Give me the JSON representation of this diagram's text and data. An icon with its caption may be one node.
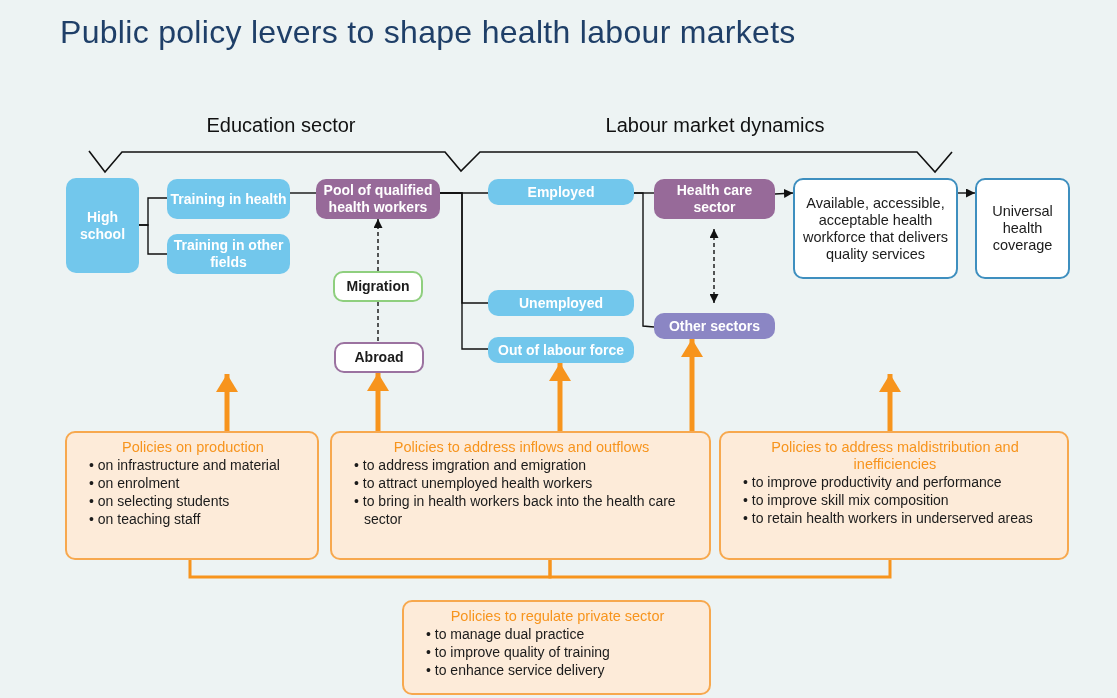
{
  "diagram": {
    "title": "Public policy levers to shape health labour markets",
    "nodes": [
      {
        "text": [
          "High school"
        ]
      },
      {
        "text": [
          "Training in health"
        ]
      },
      {
        "text": [
          "Training in other fields"
        ]
      },
      {
        "text": [
          "Pool of qualified health workers"
        ]
      },
      {
        "text": [
          "Migration"
        ]
      },
      {
        "text": [
          "Abroad"
        ]
      },
      {
        "text": [
          "Employed"
        ]
      },
      {
        "text": [
          "Unemployed"
        ]
      },
      {
        "text": [
          "Out of labour force"
        ]
      },
      {
        "text": [
          "Health care sector"
        ]
      },
      {
        "text": [
          "Other sectors"
        ]
      },
      {
        "text": [
          "Available, accessible, acceptable health workforce that delivers quality services"
        ]
      },
      {
        "text": [
          "Universal health coverage"
        ]
      },
      {
        "text": [
          "Policies on production",
          "• on infrastructure and material",
          "• on enrolment",
          "• on selecting students",
          "• on teaching staff"
        ]
      },
      {
        "text": [
          "Policies to address inflows and outflows",
          "• to address imgration and emigration",
          "• to attract unemployed health workers",
          "• to bring in health workers back into the health care sector"
        ]
      },
      {
        "text": [
          "Policies to address maldistribution and inefficiencies",
          "• to improve productivity and performance",
          "• to improve skill mix composition",
          "• to retain health workers in underserved areas"
        ]
      },
      {
        "text": [
          "Policies to regulate private sector",
          "• to manage dual practice",
          "• to improve quality of training",
          "• to enhance service delivery"
        ]
      }
    ],
    "edges": [
      {
        "from": 0,
        "to": 1,
        "arrow": "none"
      },
      {
        "from": 0,
        "to": 2,
        "arrow": "none"
      },
      {
        "from": 1,
        "to": 3,
        "arrow": "none"
      },
      {
        "from": 4,
        "to": 3,
        "arrow": "to",
        "style": "dashed"
      },
      {
        "from": 4,
        "to": 5,
        "arrow": "to",
        "style": "dashed"
      },
      {
        "from": 3,
        "to": 6,
        "arrow": "none"
      },
      {
        "from": 3,
        "to": 7,
        "arrow": "none"
      },
      {
        "from": 3,
        "to": 8,
        "arrow": "none"
      },
      {
        "from": 6,
        "to": 9,
        "arrow": "none"
      },
      {
        "from": 6,
        "to": 10,
        "arrow": "none"
      },
      {
        "from": 9,
        "to": 10,
        "arrow": "both",
        "style": "dashed"
      },
      {
        "from": 9,
        "to": 11,
        "arrow": "to"
      },
      {
        "from": 11,
        "to": 12,
        "arrow": "to"
      },
      {
        "from": 13,
        "to": null,
        "arrow": "to",
        "style": "thick",
        "color": "#f7941d"
      },
      {
        "from": 14,
        "to": 5,
        "arrow": "to",
        "style": "thick",
        "color": "#f7941d"
      },
      {
        "from": 14,
        "to": 8,
        "arrow": "to",
        "style": "thick",
        "color": "#f7941d"
      },
      {
        "from": 14,
        "to": 10,
        "arrow": "to",
        "style": "thick",
        "color": "#f7941d"
      },
      {
        "from": 15,
        "to": null,
        "arrow": "to",
        "style": "thick",
        "color": "#f7941d"
      },
      {
        "from": 13,
        "to": 14,
        "arrow": "none",
        "color": "#f7941d"
      },
      {
        "from": 15,
        "to": 14,
        "arrow": "none",
        "color": "#f7941d"
      }
    ],
    "labels": [
      "Education sector",
      "Labour market dynamics"
    ]
  }
}
